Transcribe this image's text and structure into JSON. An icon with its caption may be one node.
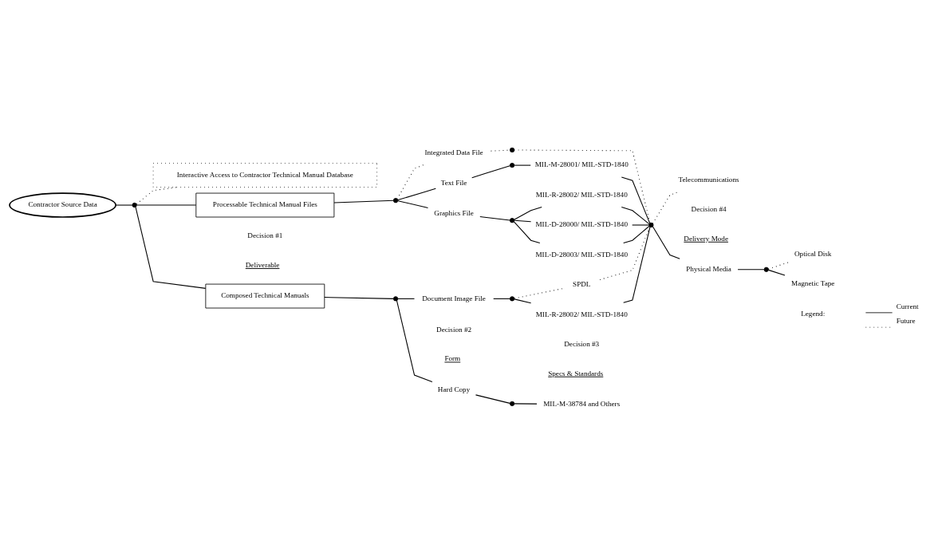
{
  "diagram": {
    "nodes": [
      {
        "text": [
          "Contractor Source Data"
        ]
      },
      {
        "text": [],
        "shape": "circle"
      },
      {
        "text": [
          "Composed Technical Manuals"
        ]
      },
      {
        "text": [
          "Processable Technical Manual Files"
        ]
      },
      {
        "text": [
          "Interactive Access to Contractor Technical Manual Database"
        ]
      },
      {
        "text": [],
        "shape": "circle"
      },
      {
        "text": [
          "Hard Copy"
        ]
      },
      {
        "text": [
          "Document Image File"
        ]
      },
      {
        "text": [],
        "shape": "circle"
      },
      {
        "text": [
          "MIL-M-38784 and Others"
        ]
      },
      {
        "text": [],
        "shape": "circle"
      },
      {
        "text": [
          "MIL-R-28002/ MIL-STD-1840"
        ]
      },
      {
        "text": [
          "SPDL"
        ]
      },
      {
        "text": [],
        "shape": "circle"
      },
      {
        "text": [
          "Text File"
        ]
      },
      {
        "text": [
          "Graphics File"
        ]
      },
      {
        "text": [
          "Integrated Data File"
        ]
      },
      {
        "text": [],
        "shape": "circle"
      },
      {
        "text": [
          "MIL-M-28001/ MIL-STD-1840"
        ]
      },
      {
        "text": [],
        "shape": "circle"
      },
      {
        "text": [
          "MIL-R-28002/ MIL-STD-1840"
        ]
      },
      {
        "text": [
          "MIL-D-28000/ MIL-STD-1840"
        ]
      },
      {
        "text": [
          "MIL-D-28003/ MIL-STD-1840"
        ]
      },
      {
        "text": [],
        "shape": "circle"
      },
      {
        "text": [],
        "shape": "circle"
      },
      {
        "text": [
          "Physical Media"
        ]
      },
      {
        "text": [
          "Telecommunications"
        ]
      },
      {
        "text": [],
        "shape": "circle"
      },
      {
        "text": [
          "Magnetic Tape"
        ]
      },
      {
        "text": [
          "Optical Disk"
        ]
      }
    ],
    "edges": [
      {
        "from": 0,
        "to": 1,
        "arrow": "none"
      },
      {
        "from": 1,
        "to": 2,
        "arrow": "none"
      },
      {
        "from": 1,
        "to": 3,
        "arrow": "none"
      },
      {
        "from": 1,
        "to": 4,
        "arrow": "none",
        "style": "dashed"
      },
      {
        "from": 2,
        "to": 5,
        "arrow": "none"
      },
      {
        "from": 5,
        "to": 6,
        "arrow": "none"
      },
      {
        "from": 5,
        "to": 7,
        "arrow": "none"
      },
      {
        "from": 6,
        "to": 8,
        "arrow": "none"
      },
      {
        "from": 8,
        "to": 9,
        "arrow": "none"
      },
      {
        "from": 7,
        "to": 10,
        "arrow": "none"
      },
      {
        "from": 10,
        "to": 11,
        "arrow": "none"
      },
      {
        "from": 10,
        "to": 12,
        "arrow": "none",
        "style": "dashed"
      },
      {
        "from": 3,
        "to": 13,
        "arrow": "none"
      },
      {
        "from": 13,
        "to": 14,
        "arrow": "none"
      },
      {
        "from": 13,
        "to": 15,
        "arrow": "none"
      },
      {
        "from": 13,
        "to": 16,
        "arrow": "none",
        "style": "dashed"
      },
      {
        "from": 14,
        "to": 17,
        "arrow": "none"
      },
      {
        "from": 17,
        "to": 18,
        "arrow": "none"
      },
      {
        "from": 15,
        "to": 19,
        "arrow": "none"
      },
      {
        "from": 19,
        "to": 20,
        "arrow": "none"
      },
      {
        "from": 19,
        "to": 21,
        "arrow": "none"
      },
      {
        "from": 19,
        "to": 22,
        "arrow": "none"
      },
      {
        "from": 16,
        "to": 23,
        "arrow": "none",
        "style": "dashed"
      },
      {
        "from": 11,
        "to": 24,
        "arrow": "none"
      },
      {
        "from": 12,
        "to": 24,
        "arrow": "none",
        "style": "dashed"
      },
      {
        "from": 18,
        "to": 24,
        "arrow": "none"
      },
      {
        "from": 20,
        "to": 24,
        "arrow": "none"
      },
      {
        "from": 21,
        "to": 24,
        "arrow": "none"
      },
      {
        "from": 22,
        "to": 24,
        "arrow": "none"
      },
      {
        "from": 23,
        "to": 24,
        "arrow": "none",
        "style": "dashed"
      },
      {
        "from": 24,
        "to": 25,
        "arrow": "none"
      },
      {
        "from": 24,
        "to": 26,
        "arrow": "none",
        "style": "dashed"
      },
      {
        "from": 25,
        "to": 27,
        "arrow": "none"
      },
      {
        "from": 27,
        "to": 28,
        "arrow": "none"
      },
      {
        "from": 27,
        "to": 29,
        "arrow": "none",
        "style": "dashed"
      }
    ],
    "labels": [
      "Decision #1",
      "Decision #2",
      "Decision #3",
      "Decision #4",
      "Deliverable",
      "Form",
      "Specs & Standards",
      "Delivery Mode",
      "Legend:"
    ],
    "legend": [
      {
        "text": "Current"
      },
      {
        "text": "Future"
      }
    ]
  }
}
